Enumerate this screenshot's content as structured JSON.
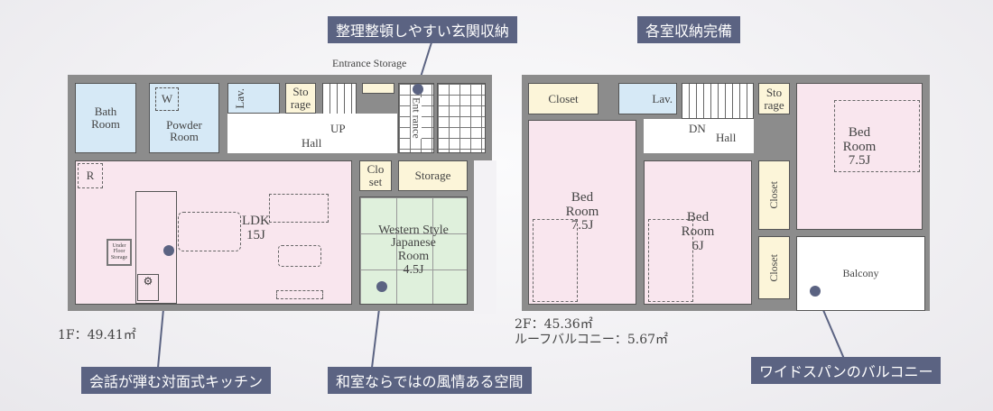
{
  "callouts": {
    "entrance_storage": "整理整頓しやすい玄関収納",
    "room_storage": "各室収納完備",
    "kitchen": "会話が弾む対面式キッチン",
    "japanese_room": "和室ならではの風情ある空間",
    "balcony": "ワイドスパンのバルコニー"
  },
  "floor1": {
    "area": "1F：49.41㎡",
    "rooms": {
      "bath": "Bath Room",
      "powder": "Powder Room",
      "washer": "W",
      "lav": "Lav.",
      "storage_small": "Sto rage",
      "up": "UP",
      "hall": "Hall",
      "entrance_storage": "Entrance Storage",
      "entrance": "Ent rance",
      "ldk": "LDK",
      "ldk_size": "15J",
      "refrigerator": "R",
      "under_floor": "Under Floor Storage",
      "closet": "Clo set",
      "storage": "Storage",
      "japanese": "Western Style Japanese Room",
      "japanese_size": "4.5J"
    }
  },
  "floor2": {
    "area": "2F：45.36㎡",
    "roof_balcony": "ルーフバルコニー：5.67㎡",
    "rooms": {
      "closet_top": "Closet",
      "lav": "Lav.",
      "dn": "DN",
      "hall": "Hall",
      "storage": "Sto rage",
      "bed_left": "Bed Room",
      "bed_left_size": "7.5J",
      "bed_mid": "Bed Room",
      "bed_mid_size": "6J",
      "closet_a": "Closet",
      "closet_b": "Closet",
      "bed_right": "Bed Room",
      "bed_right_size": "7.5J",
      "balcony": "Balcony"
    }
  }
}
